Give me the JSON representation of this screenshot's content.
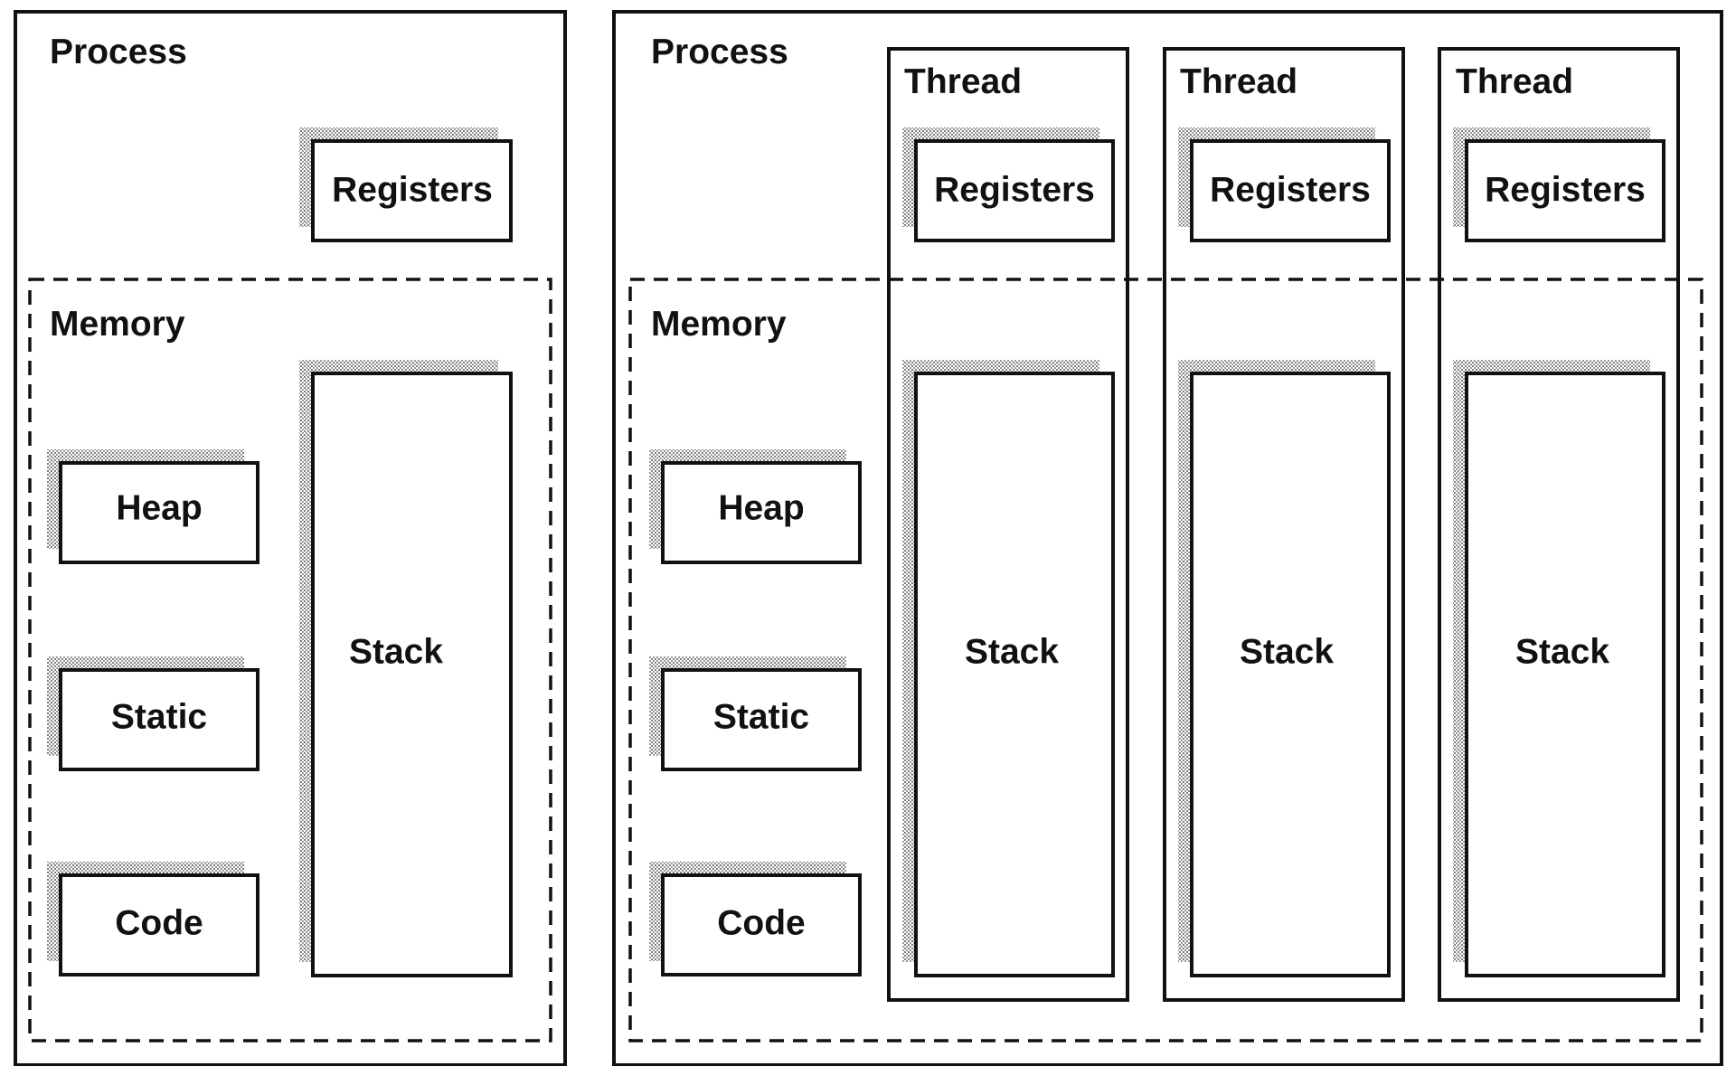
{
  "colors": {
    "stroke": "#111111",
    "background": "#ffffff",
    "shadow_hatch": "#8a8a8a"
  },
  "single_threaded": {
    "process_label": "Process",
    "registers_label": "Registers",
    "memory_label": "Memory",
    "heap_label": "Heap",
    "static_label": "Static",
    "code_label": "Code",
    "stack_label": "Stack"
  },
  "multi_threaded": {
    "process_label": "Process",
    "memory_label": "Memory",
    "heap_label": "Heap",
    "static_label": "Static",
    "code_label": "Code",
    "threads": [
      {
        "label": "Thread",
        "registers_label": "Registers",
        "stack_label": "Stack"
      },
      {
        "label": "Thread",
        "registers_label": "Registers",
        "stack_label": "Stack"
      },
      {
        "label": "Thread",
        "registers_label": "Registers",
        "stack_label": "Stack"
      }
    ]
  }
}
